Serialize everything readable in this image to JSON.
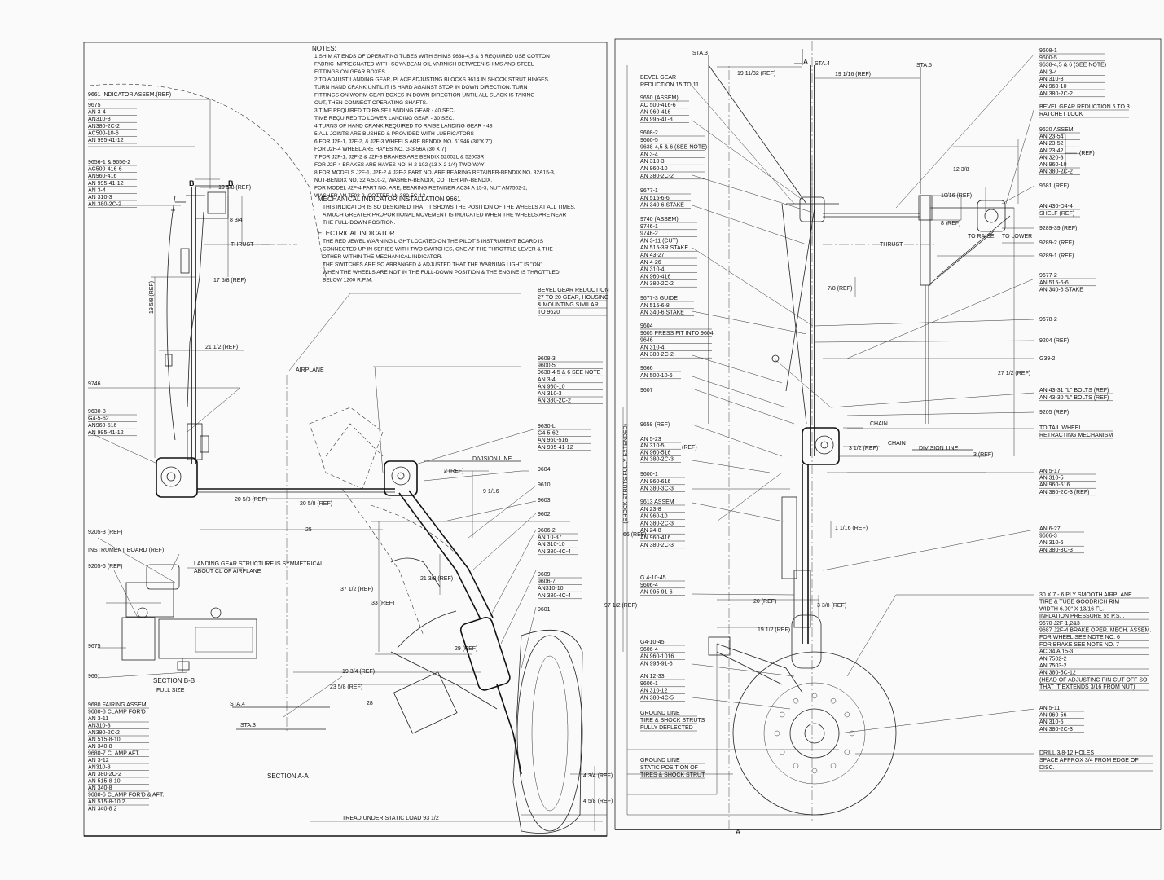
{
  "notes": {
    "title": "NOTES:",
    "lines": [
      "1.SHIM AT ENDS OF OPERATING TUBES WITH SHIMS 9638-4,5 & 6 REQUIRED USE COTTON",
      "FABRIC IMPREGNATED WITH SOYA BEAN OIL VARNISH BETWEEN SHIMS AND STEEL",
      "FITTINGS ON GEAR BOXES.",
      "2.TO ADJUST LANDING GEAR, PLACE ADJUSTING BLOCKS 9614 IN SHOCK STRUT HINGES.",
      "TURN HAND CRANK UNTIL IT IS HARD AGAINST STOP IN DOWN DIRECTION. TURN",
      "FITTINGS ON WORM GEAR BOXES IN DOWN DIRECTION UNTIL ALL SLACK IS TAKING",
      "OUT, THEN CONNECT OPERATING SHAFTS.",
      "3.TIME REQUIRED TO RAISE LANDING GEAR - 40 SEC.",
      "TIME REQUIRED TO LOWER LANDING GEAR - 30 SEC.",
      "4.TURNS OF HAND CRANK REQUIRED TO RAISE LANDING GEAR - 48",
      "5.ALL JOINTS ARE BUSHED & PROVIDED WITH LUBRICATORS",
      "6.FOR J2F-1, J2F-2, & J2F-3 WHEELS ARE BENDIX NO. 51946 (30\"X 7\")",
      "FOR J2F-4 WHEEL ARE HAYES NO. G-3-56A (30 X 7)",
      "7.FOR J2F-1, J2F-2 & J2F-3 BRAKES ARE BENDIX 52002L & 52003R",
      "FOR J2F-4 BRAKES ARE HAYES NO. H-2-102 (13 X 2 1/4) TWO WAY",
      "8.FOR MODELS J2F-1, J2F-2 & J2F-3 PART NO. ARE BEARING RETAINER-BENDIX NO. 32A15-3,",
      "NUT-BENDIX NO. 32 A 510-2, WASHER-BENDIX, COTTER PIN-BENDIX.",
      "FOR MODEL J2F-4 PART NO. ARE, BEARING RETAINER AC34 A 15-3, NUT AN7502-2,",
      "WASHER AN 7503-2, COTTER AN 380-5C-12"
    ],
    "mech_title": "MECHANICAL INDICATOR INSTALLATION 9661",
    "mech_lines": [
      "THIS INDICATOR IS SO DESIGNED THAT IT SHOWS THE POSITION OF THE WHEELS AT ALL TIMES.",
      "A MUCH GREATER PROPORTIONAL MOVEMENT IS INDICATED WHEN THE WHEELS ARE NEAR",
      "THE FULL-DOWN POSITION."
    ],
    "elec_title": "ELECTRICAL INDICATOR",
    "elec_lines": [
      "THE RED JEWEL WARNING LIGHT LOCATED ON THE PILOT'S INSTRUMENT BOARD IS",
      "CONNECTED UP IN SERIES WITH TWO SWITCHES, ONE AT THE THROTTLE LEVER & THE",
      "OTHER WITHIN THE MECHANICAL INDICATOR.",
      "THE SWITCHES ARE SO ARRANGED & ADJUSTED THAT THE WARNING LIGHT IS \"ON\"",
      "WHEN THE WHEELS ARE NOT IN THE FULL-DOWN POSITION & THE ENGINE IS THROTTLED",
      "BELOW 1200 R.P.M."
    ]
  },
  "left_callouts": {
    "indicator": "9661 INDICATOR ASSEM.(REF)",
    "g9675": [
      "9675",
      "AN 3-4",
      "AN310-3",
      "AN380-2C-2",
      "AC500-10-6",
      "AN 995-41-12"
    ],
    "g9656": [
      "9656-1 & 9656-2",
      "AC500-416-6",
      "AN960-416",
      "AN 995-41-12",
      "AN 3-4",
      "AN 310-3",
      "AN 380-2C-2"
    ],
    "g9746": "9746",
    "g9630": [
      "9630-8",
      "G4-5-62",
      "AN960-516",
      "AN 995-41-12"
    ],
    "g9205_3": "9205-3 (REF)",
    "instrument_board": "INSTRUMENT BOARD (REF)",
    "g9205_6": "9205-6 (REF)",
    "g9675b": "9675",
    "g9661b": "9661",
    "section_bb": "SECTION B-B",
    "full_size": "FULL SIZE",
    "g9680": [
      "9680 FAIRING ASSEM.",
      "9680-8 CLAMP FOR'D",
      "AN 3-11",
      "AN310-3",
      "AN380-2C-2",
      "AN 515-8-10",
      "AN 340-8",
      "9680-7 CLAMP AFT.",
      "AN 3-12",
      "AN310-3",
      "AN 380-2C-2",
      "AN 515-8-10",
      "AN 340-8",
      "9680-6 CLAMP FOR'D & AFT.",
      "AN 515-8-10 2",
      "AN 340-8 2"
    ]
  },
  "center_labels": {
    "thrust": "THRUST",
    "airplane": "AIRPLANE",
    "bevel_gear_20": [
      "BEVEL GEAR REDUCTION",
      "27 TO 20 GEAR, HOUSING",
      "& MOUNTING SIMILAR",
      "TO 9620"
    ],
    "g9608_3": [
      "9608-3",
      "9600-5",
      "9638-4,5 & 6 SEE NOTE",
      "AN 3-4",
      "AN 960-10",
      "AN 310-3",
      "AN 380-2C-2"
    ],
    "g9630_1": [
      "9630-L",
      "G4-5-62",
      "AN 960-516",
      "AN 995-41-12"
    ],
    "division_line": "DIVISION LINE",
    "p9604": "9604",
    "p9610": "9610",
    "p9603": "9603",
    "p9602": "9602",
    "g9606_2": [
      "9606-2",
      "AN 10-37",
      "AN 310-10",
      "AN 380-4C-4"
    ],
    "g9609": [
      "9609",
      "9606-7",
      "AN310-10",
      "AN 380-4C-4"
    ],
    "p9601": "9601",
    "symmetrical": [
      "LANDING GEAR STRUCTURE IS SYMMETRICAL",
      "ABOUT CL OF AIRPLANE"
    ],
    "sta4": "STA.4",
    "sta3": "STA.3",
    "section_aa": "SECTION A-A",
    "tread": "TREAD UNDER STATIC LOAD 93 1/2",
    "shock_struts": "(SHOCK STRUTS FULLY EXTENDED)",
    "ground_line_1": [
      "GROUND LINE",
      "TIRE & SHOCK STRUTS",
      "FULLY DEFLECTED"
    ],
    "ground_line_2": [
      "GROUND LINE",
      "STATIC POSITION OF",
      "TIRES & SHOCK STRUT"
    ]
  },
  "dimensions": {
    "d10_5_8": "10 5/8 (REF)",
    "d8_3_4": "8 3/4",
    "d17_5_8": "17 5/8 (REF)",
    "d19_5_8": "19 5/8 (REF)",
    "d21_1_2": "21 1/2 (REF)",
    "d20_5_8a": "20 5/8 (REF)",
    "d20_5_8b": "20 5/8 (REF)",
    "d25": "25",
    "d2": "2 (REF)",
    "d9_1_16": "9 1/16",
    "d37_1_2": "37 1/2 (REF)",
    "d33": "33 (REF)",
    "d21_3_8": "21 3/8 (REF)",
    "d29": "29 (REF)",
    "d19_3_4": "19 3/4 (REF)",
    "d23_5_8": "23 5/8 (REF)",
    "d28": "28",
    "d97_1_2": "97 1/2 (REF)",
    "d66": "66 (REF)",
    "d4_3_4": "4 3/4 (REF)",
    "d4_5_8": "4 5/8 (REF)",
    "d19_11_32": "19 11/32 (REF)",
    "d19_1_16": "19 1/16 (REF)",
    "d12_3_8": "12 3/8",
    "d10_16": "10/16 (REF)",
    "d8": "8 (REF)",
    "d7_8": "7/8 (REF)",
    "d27_1_2": "27 1/2 (REF)",
    "d3_1_2": "3 1/2 (REF)",
    "d3": "3 (REF)",
    "d1_1_16": "1 1/16 (REF)",
    "d20": "20 (REF)",
    "d19_1_2": "19 1/2 (REF)",
    "d3_3_8": "3 3/8 (REF)"
  },
  "right_center_callouts": {
    "bevel_11": [
      "BEVEL GEAR",
      "REDUCTION 15 TO 11"
    ],
    "g9650": [
      "9650 (ASSEM)",
      "AC 500-416-6",
      "AN 960-416",
      "AN 995-41-8"
    ],
    "g9608_2": [
      "9608-2",
      "9600-5",
      "9638-4,5 & 6 (SEE NOTE)",
      "AN 3-4",
      "AN 310-3",
      "AN 960-10",
      "AN 380-2C-2"
    ],
    "g9677_1": [
      "9677-1",
      "AN 515-6-6",
      "AN 340-6 STAKE"
    ],
    "g9740": [
      "9740 (ASSEM)",
      "9746-1",
      "9746-2",
      "AN 3-11 (CUT)",
      "AN 515-3R STAKE",
      "AN 43-27",
      "AN 4-26",
      "AN 310-4",
      "AN 960-416",
      "AN 380-2C-2"
    ],
    "g9677_3": [
      "9677-3 GUIDE",
      "AN 515-6-8",
      "AN 340-6 STAKE"
    ],
    "g9604": [
      "9604",
      "9605 PRESS FIT INTO 9604",
      "9646",
      "AN 310-4",
      "AN 380-2C-2"
    ],
    "g9666": [
      "9666",
      "AN 500-10-6"
    ],
    "p9607": "9607",
    "p9658": "9658 (REF)",
    "g5_23": [
      "AN 5-23",
      "AN 310-5",
      "AN 960-516",
      "AN 380-2C-3"
    ],
    "ref": "(REF)",
    "g9600_1": [
      "9600-1",
      "AN 960-616",
      "AN 380-3C-3"
    ],
    "g9613": [
      "9613 ASSEM",
      "AN 23-8",
      "AN 960-10",
      "AN 380-2C-3",
      "AN 24-8",
      "AN 960-416",
      "AN 380-2C-3"
    ],
    "g4_10_45": [
      "G 4-10-45",
      "9606-4",
      "AN 995-91-6"
    ],
    "g4_10_45b": [
      "G4-10-45",
      "9606-4",
      "AN 960-1016",
      "AN 995-91-6"
    ],
    "g12_33": [
      "AN 12-33",
      "9606-1",
      "AN 310-12",
      "AN 380-4C-5"
    ],
    "chain_1": "CHAIN",
    "chain_2": "CHAIN",
    "division_line_2": "DIVISION LINE",
    "sta3": "STA.3",
    "sta4": "STA.4",
    "sta5": "STA.5",
    "a_top": "A",
    "a_bottom": "A"
  },
  "right_callouts": {
    "g9608_1": [
      "9608-1",
      "9600-5",
      "9638-4,5 & 6 (SEE NOTE)",
      "AN 3-4",
      "AN 310-3",
      "AN 960-10",
      "AN 380-2C-2"
    ],
    "bevel_3": [
      "BEVEL GEAR REDUCTION 5 TO 3",
      "RATCHET LOCK"
    ],
    "g9620": [
      "9620 ASSEM",
      "AN 23-54",
      "AN 23-52",
      "AN 23-42",
      "AN 320-3",
      "AN 960-10",
      "AN 380-2C-2"
    ],
    "ref_bracket": "(REF)",
    "g9681": "9681 (REF)",
    "g430": [
      "AN 430-D4-4",
      "SHELF (REF)"
    ],
    "g9289_39": "9289-39 (REF)",
    "to_raise": "TO RAISE",
    "to_lower": "TO LOWER",
    "g9289_2": "9289-2 (REF)",
    "g9289_1": "9289-1 (REF)",
    "thrust": "THRUST",
    "g9677_2": [
      "9677-2",
      "AN 515-6-6",
      "AN 340-6 STAKE"
    ],
    "g9678_2": "9678-2",
    "g9204": "9204 (REF)",
    "g39_2": "G39-2",
    "bolts": [
      "AN 43-31 \"L\" BOLTS (REF)",
      "AN 43-30 \"L\" BOLTS (REF)"
    ],
    "g9205": "9205 (REF)",
    "tail_wheel": [
      "TO TAIL WHEEL",
      "RETRACTING MECHANISM"
    ],
    "g5_17": [
      "AN 5-17",
      "AN 310-5",
      "AN 960-516",
      "AN 380-2C-3 (REF)"
    ],
    "g6_27": [
      "AN 6-27",
      "9606-3",
      "AN 310-6",
      "AN 380-3C-3"
    ],
    "tire": [
      "30 X 7 - 6 PLY SMOOTH AIRPLANE",
      "TIRE & TUBE GOODRICH RIM",
      "WIDTH 6.00\" X 13/16 FL.",
      "INFLATION PRESSURE 55 P.S.I.",
      "9670 J2F-1,2&3",
      "9687 J2F-4 BRAKE OPER. MECH. ASSEM.",
      "FOR WHEEL SEE NOTE NO. 6",
      "FOR BRAKE SEE NOTE NO. 7",
      "AC 34 A 15-3",
      "AN 7502-2",
      "AN 7503-2",
      "AN 380-5C-12",
      "(HEAD OF ADJUSTING PIN CUT OFF SO",
      "THAT IT EXTENDS 3/16 FROM NUT)"
    ],
    "g5_11": [
      "AN 5-11",
      "AN 960-56",
      "AN 310-5",
      "AN 380-2C-3"
    ],
    "drill": [
      "DRILL 3/8-12 HOLES",
      "SPACE APPROX 3/4 FROM EDGE OF",
      "DISC."
    ]
  }
}
